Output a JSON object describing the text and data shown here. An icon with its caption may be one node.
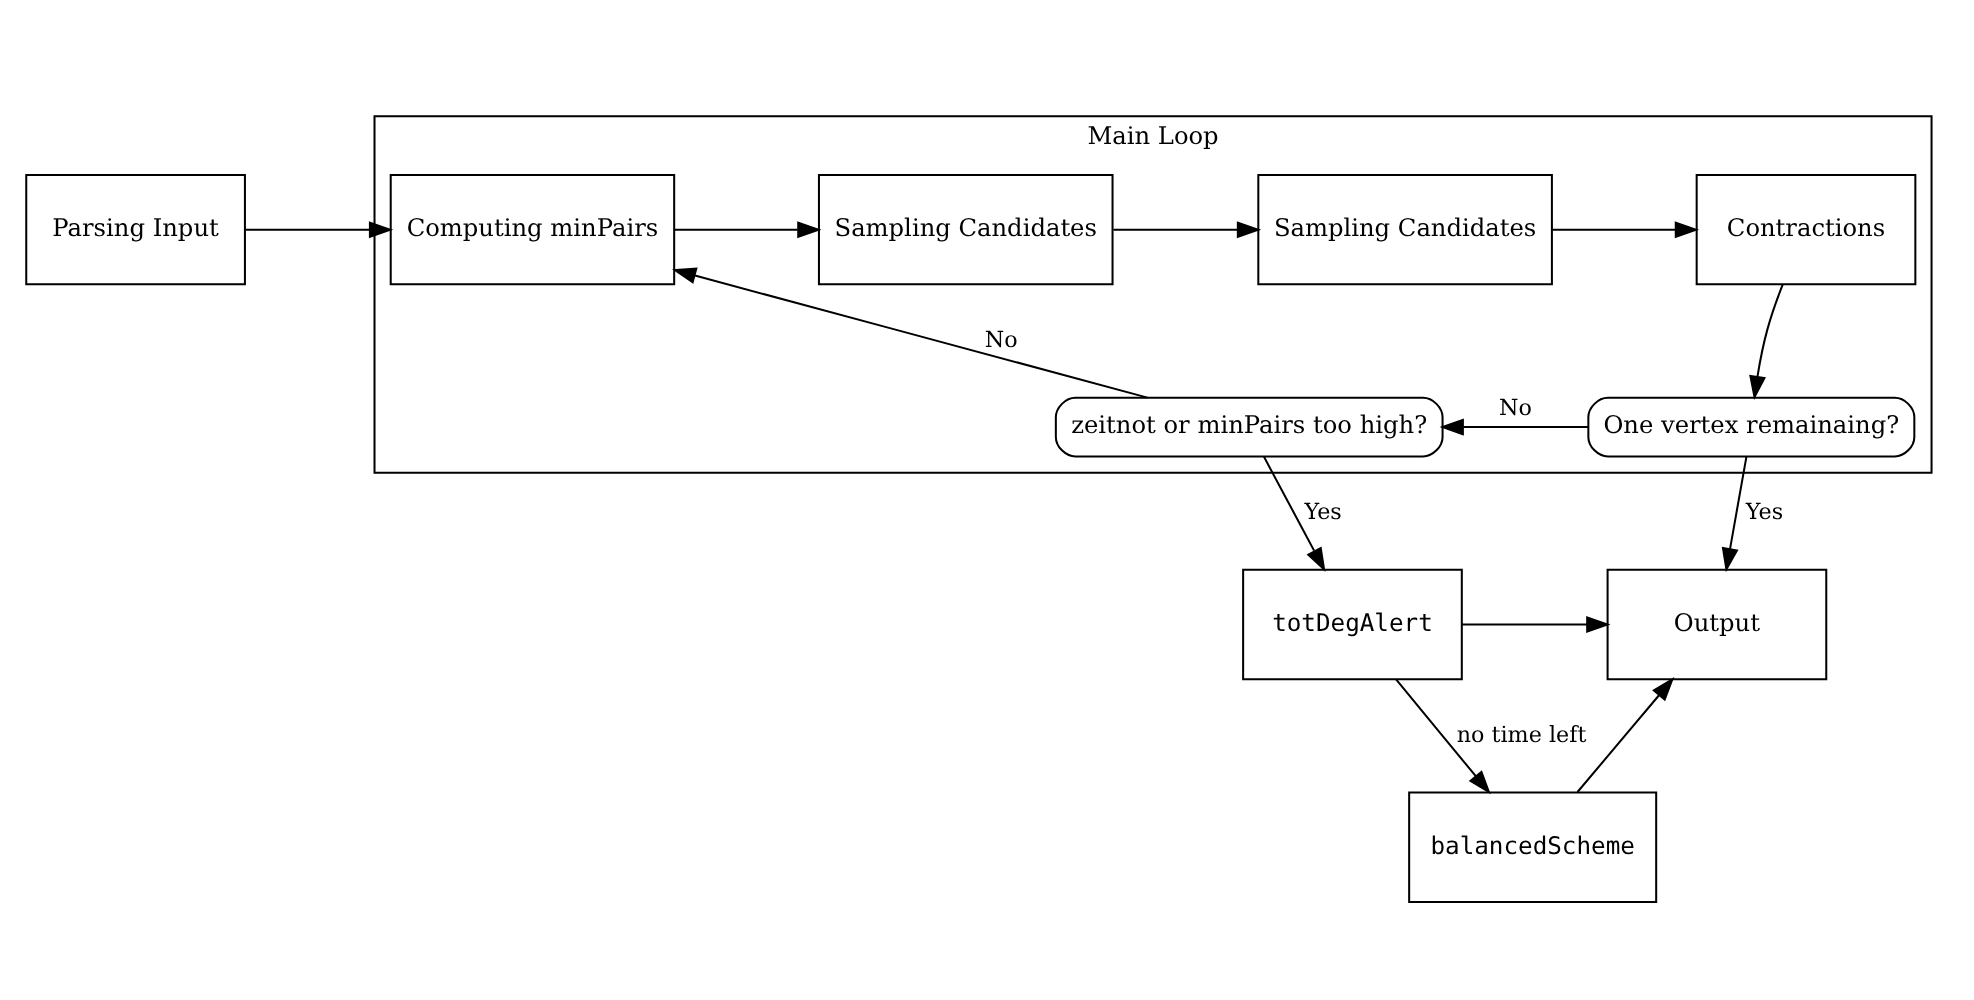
{
  "diagram": {
    "nodes": [
      {
        "text": [
          "Main Loop"
        ]
      },
      {
        "text": [
          "Parsing Input"
        ]
      },
      {
        "text": [
          "Computing minPairs"
        ],
        "in": 0
      },
      {
        "text": [
          "Sampling Candidates"
        ],
        "in": 0
      },
      {
        "text": [
          "Sampling Candidates"
        ],
        "in": 0
      },
      {
        "text": [
          "Contractions"
        ],
        "in": 0
      },
      {
        "text": [
          "One vertex remainaing?"
        ],
        "in": 0
      },
      {
        "text": [
          "zeitnot or minPairs too high?"
        ],
        "in": 0
      },
      {
        "text": [
          "totDegAlert"
        ]
      },
      {
        "text": [
          "Output"
        ]
      },
      {
        "text": [
          "balancedScheme"
        ]
      }
    ],
    "edges": [
      {
        "from": 1,
        "to": 2,
        "arrow": "to"
      },
      {
        "from": 2,
        "to": 3,
        "arrow": "to"
      },
      {
        "from": 3,
        "to": 4,
        "arrow": "to"
      },
      {
        "from": 4,
        "to": 5,
        "arrow": "to"
      },
      {
        "from": 5,
        "to": 6,
        "arrow": "to"
      },
      {
        "from": 6,
        "to": 7,
        "arrow": "to",
        "label": "No"
      },
      {
        "from": 7,
        "to": 2,
        "arrow": "to",
        "label": "No"
      },
      {
        "from": 7,
        "to": 8,
        "arrow": "to",
        "label": "Yes"
      },
      {
        "from": 6,
        "to": 9,
        "arrow": "to",
        "label": "Yes"
      },
      {
        "from": 8,
        "to": 9,
        "arrow": "to"
      },
      {
        "from": 8,
        "to": 10,
        "arrow": "to",
        "label": "no time left"
      },
      {
        "from": 10,
        "to": 9,
        "arrow": "to"
      }
    ]
  }
}
